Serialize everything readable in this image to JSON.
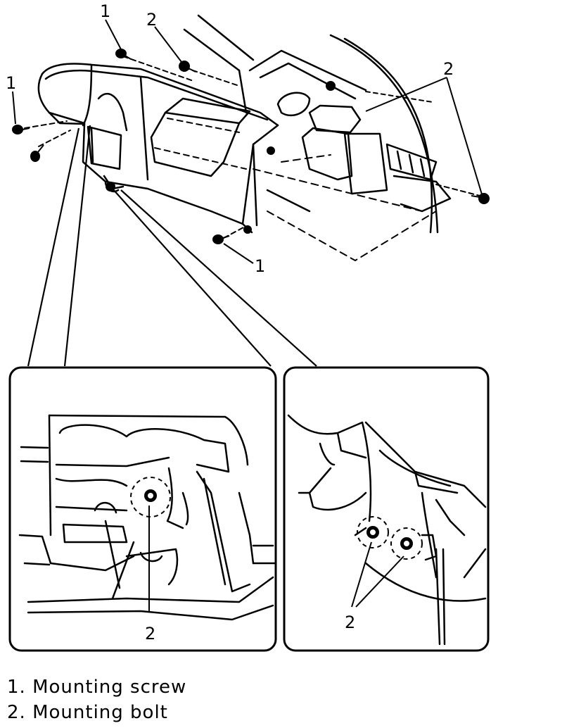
{
  "callouts": {
    "top_left_screw": "1",
    "top_center_bolt": "2",
    "top_right_bolt": "2",
    "left_screw": "1",
    "bottom_screw": "1",
    "inset_left_bolt": "2",
    "inset_right_bolt": "2"
  },
  "legend": {
    "item1": "1. Mounting screw",
    "item2": "2. Mounting bolt"
  }
}
